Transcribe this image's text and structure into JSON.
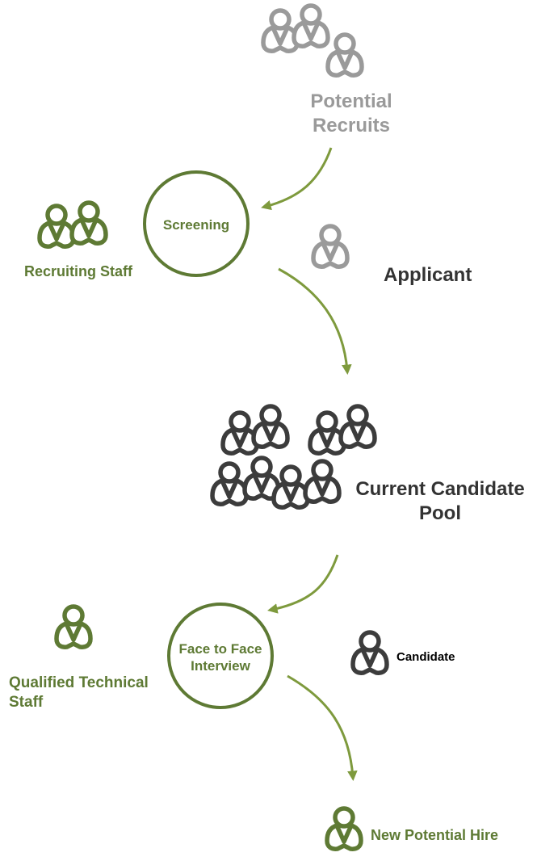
{
  "colors": {
    "green": "#5e7a34",
    "arrow_green": "#7e9a3d",
    "grey": "#9a9a9a",
    "dark": "#3c3c3c",
    "black": "#000000"
  },
  "nodes": {
    "potential_recruits": {
      "line1": "Potential",
      "line2": "Recruits",
      "icon": "people-group-icon"
    },
    "screening": {
      "label": "Screening",
      "shape": "circle"
    },
    "recruiting_staff": {
      "label": "Recruiting Staff",
      "icon": "two-people-icon"
    },
    "applicant": {
      "label": "Applicant",
      "icon": "person-icon"
    },
    "candidate_pool": {
      "line1": "Current Candidate",
      "line2": "Pool",
      "icon": "crowd-icon"
    },
    "interview": {
      "line1": "Face to Face",
      "line2": "Interview",
      "shape": "circle"
    },
    "technical_staff": {
      "line1": "Qualified Technical",
      "line2": "Staff",
      "icon": "person-icon"
    },
    "candidate": {
      "label": "Candidate",
      "icon": "person-icon"
    },
    "new_hire": {
      "label": "New Potential Hire",
      "icon": "person-icon"
    }
  }
}
